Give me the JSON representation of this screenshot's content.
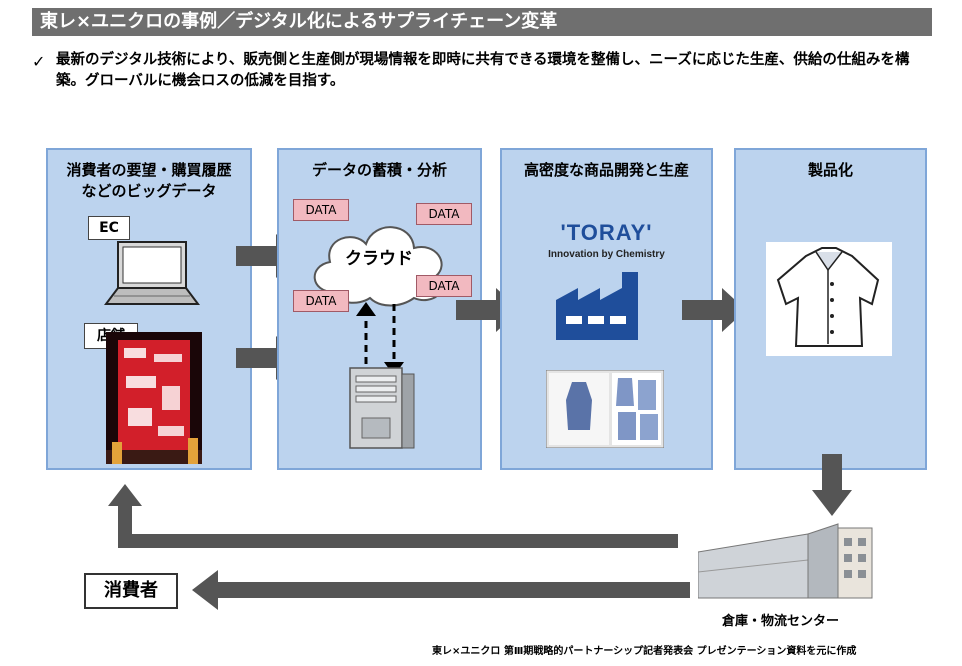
{
  "title": "東レ×ユニクロの事例／デジタル化によるサプライチェーン変革",
  "bullet": {
    "mark": "✓",
    "text": "最新のデジタル技術により、販売側と生産側が現場情報を即時に共有できる環境を整備し、ニーズに応じた生産、供給の仕組みを構築。グローバルに機会ロスの低減を目指す。"
  },
  "panels": {
    "consumer_data": {
      "title_line1": "消費者の要望・購買履歴",
      "title_line2": "などのビッグデータ",
      "ec_label": "EC",
      "store_label": "店舗"
    },
    "analysis": {
      "title": "データの蓄積・分析",
      "cloud_label": "クラウド",
      "data_tag": "DATA"
    },
    "development": {
      "title": "高密度な商品開発と生産",
      "logo_text": "'TORAY'",
      "logo_tagline": "Innovation by Chemistry"
    },
    "product": {
      "title": "製品化"
    }
  },
  "warehouse_label": "倉庫・物流センター",
  "consumer_label": "消費者",
  "footer": "東レ×ユニクロ 第Ⅲ期戦略的パートナーシップ記者発表会 プレゼンテーション資料を元に作成",
  "colors": {
    "panel_fill": "#bcd3ee",
    "panel_border": "#7fa6d8",
    "arrow": "#555555",
    "data_tag": "#f2b9c0",
    "title_bar": "#6f6f6f",
    "toray_blue": "#1f4e9b"
  }
}
